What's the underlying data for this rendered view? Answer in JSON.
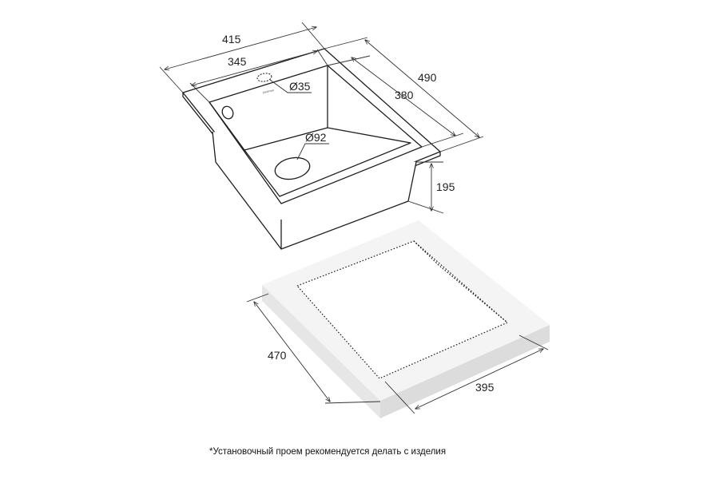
{
  "dimensions": {
    "outer_width": "415",
    "inner_width": "345",
    "outer_depth": "490",
    "inner_depth": "380",
    "height": "195",
    "faucet_hole": "Ø35",
    "drain_hole": "Ø92",
    "cutout_depth": "470",
    "cutout_width": "395"
  },
  "brand_mark": "paulmark",
  "footnote": "*Установочный проем рекомендуется делать с изделия",
  "colors": {
    "line": "#1e1e1e",
    "dim_line": "#333333",
    "countertop_top": "#f4f4f4",
    "countertop_side": "#e6e6e6",
    "countertop_front": "#dcdcdc"
  }
}
